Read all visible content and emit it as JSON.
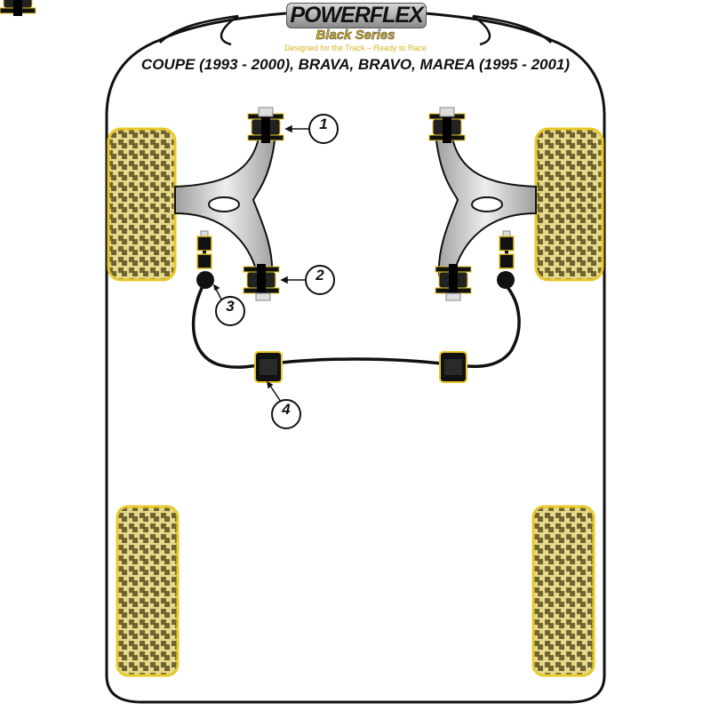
{
  "logo": {
    "brand": "POWERFLEX",
    "series": "Black Series",
    "tagline": "Designed for the Track – Ready to Race"
  },
  "title": "COUPE (1993 - 2000), BRAVA, BRAVO, MAREA (1995 - 2001)",
  "callouts": [
    "1",
    "2",
    "3",
    "4"
  ],
  "colors": {
    "bush_yellow": "#e8c82a",
    "bush_black": "#111111",
    "tyre_fill": "#c9b55a",
    "arm_grey": "#bdbdbd"
  }
}
